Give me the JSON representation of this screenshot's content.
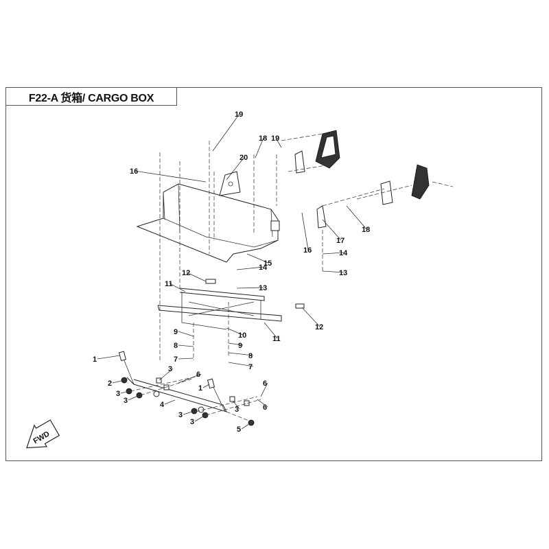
{
  "title": "F22-A 货箱/ CARGO BOX",
  "fwd_badge": "FWD",
  "callouts": [
    "19",
    "18",
    "19",
    "20",
    "16",
    "18",
    "16",
    "17",
    "14",
    "13",
    "15",
    "14",
    "13",
    "12",
    "11",
    "12",
    "11",
    "10",
    "9",
    "8",
    "7",
    "9",
    "8",
    "7",
    "1",
    "2",
    "3",
    "3",
    "3",
    "6",
    "4",
    "1",
    "6",
    "3",
    "6",
    "3",
    "3",
    "5"
  ]
}
